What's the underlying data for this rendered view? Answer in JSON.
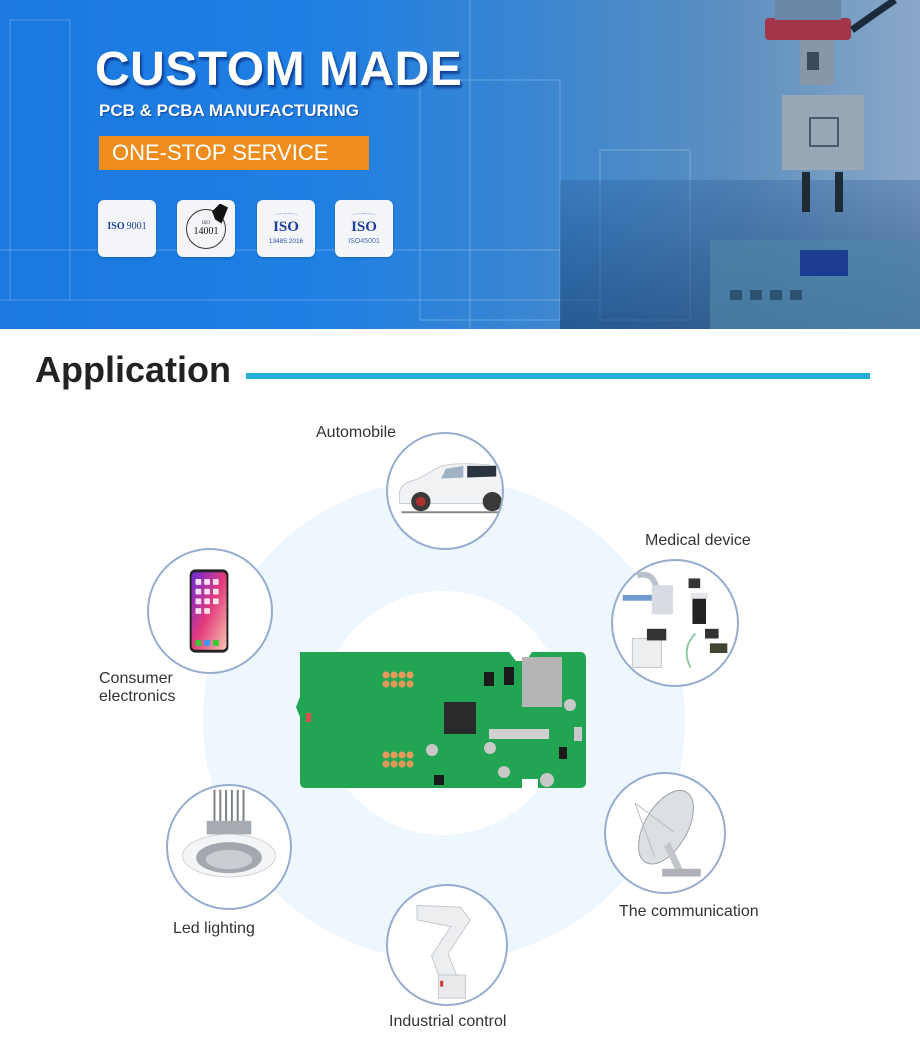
{
  "hero": {
    "title": "CUSTOM MADE",
    "subtitle": "PCB & PCBA MANUFACTURING",
    "service_badge": "ONE-STOP SERVICE",
    "colors": {
      "background": "#1f7fe3",
      "badge": "#ef8c1e",
      "text": "#ffffff"
    },
    "certifications": [
      {
        "big": "ISO",
        "number": "9001",
        "icon": "iso-9001-logo"
      },
      {
        "big": "ISO",
        "number": "14001",
        "icon": "iso-14001-seal"
      },
      {
        "big": "ISO",
        "number": "13485:2016",
        "icon": "iso-13485-logo"
      },
      {
        "big": "ISO",
        "number": "ISO45001",
        "icon": "iso-45001-logo"
      }
    ]
  },
  "application": {
    "title": "Application",
    "accent_color": "#23afd6",
    "center_image": "pcb-board",
    "items": [
      {
        "label": "Automobile",
        "icon": "car-image"
      },
      {
        "label": "Medical device",
        "icon": "medical-equipment-image"
      },
      {
        "label": "Consumer",
        "label2": "electronics",
        "icon": "smartphone-image"
      },
      {
        "label": "Led lighting",
        "icon": "led-downlight-image"
      },
      {
        "label": "The communication",
        "icon": "satellite-dish-image"
      },
      {
        "label": "Industrial control",
        "icon": "robot-arm-image"
      }
    ]
  }
}
